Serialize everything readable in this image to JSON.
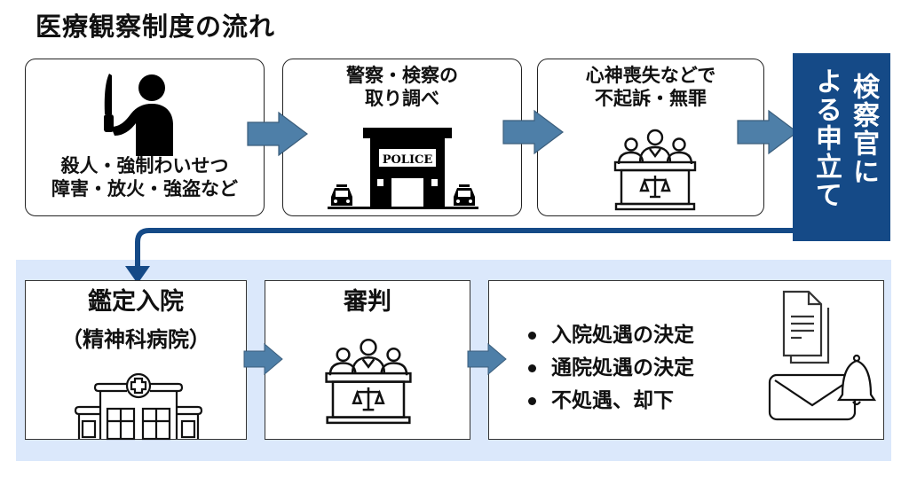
{
  "title": "医療観察制度の流れ",
  "colors": {
    "arrow_fill": "#4e7fa8",
    "arrow_stroke": "#3b5e7c",
    "navy": "#154a87",
    "band_bg": "#dbe8fb",
    "text": "#111111"
  },
  "top_row": [
    {
      "id": "crime",
      "lines": [
        "殺人・強制わいせつ",
        "障害・放火・強盗など"
      ],
      "icon": "person-with-knife-icon"
    },
    {
      "id": "investigation",
      "lines": [
        "警察・検察の",
        "取り調べ"
      ],
      "icon": "police-station-icon",
      "icon_label": "POLICE"
    },
    {
      "id": "non-prosecution",
      "lines": [
        "心神喪失などで",
        "不起訴・無罪"
      ],
      "icon": "court-judges-icon"
    }
  ],
  "prosecutor_box": {
    "col1": "検察官に",
    "col2": "よる申立て"
  },
  "bottom_row": [
    {
      "id": "assessment",
      "lines": [
        "鑑定入院",
        "（精神科病院）"
      ],
      "icon": "hospital-icon"
    },
    {
      "id": "trial",
      "lines": [
        "審判"
      ],
      "icon": "court-judges-icon"
    },
    {
      "id": "decision",
      "bullets": [
        "入院処遇の決定",
        "通院処遇の決定",
        "不処遇、却下"
      ],
      "icon": "document-mail-bell-icon"
    }
  ]
}
